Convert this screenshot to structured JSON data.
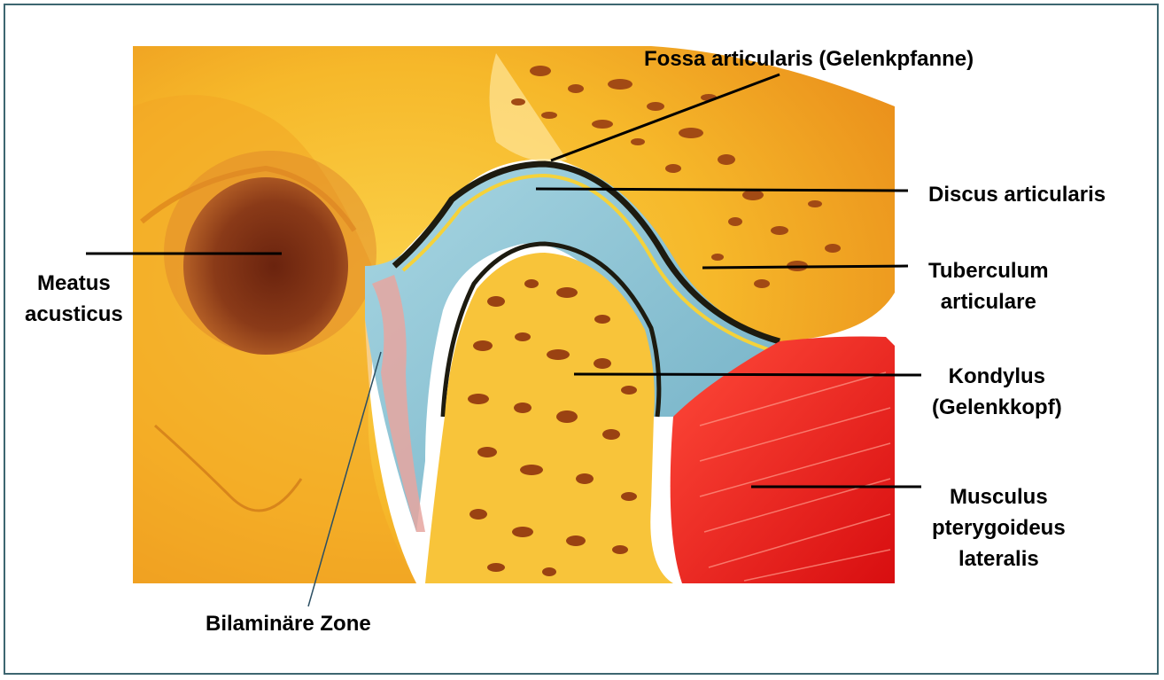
{
  "diagram": {
    "labels": {
      "fossa": "Fossa articularis (Gelenkpfanne)",
      "discus": "Discus articularis",
      "tuberculum": [
        "Tuberculum",
        "articulare"
      ],
      "meatus": [
        "Meatus",
        "acusticus"
      ],
      "kondylus": [
        "Kondylus",
        "(Gelenkkopf)"
      ],
      "musculus": [
        "Musculus",
        "pterygoideus",
        "lateralis"
      ],
      "bilaminaere": "Bilaminäre Zone"
    },
    "colors": {
      "bone_yellow": "#f6c12a",
      "bone_orange": "#e9901c",
      "meatus_brown": "#7a2e12",
      "disc_blue": "#8fc4d6",
      "muscle_red": "#e81616",
      "frame": "#3d6670",
      "leader_line": "#000000",
      "bilaminar_line": "#2c4f63"
    }
  }
}
